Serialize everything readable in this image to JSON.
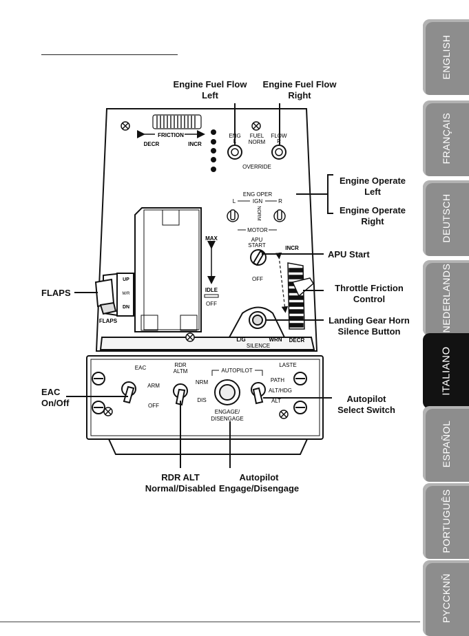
{
  "callouts": {
    "engine_fuel_left": "Engine Fuel Flow\nLeft",
    "engine_fuel_right": "Engine Fuel Flow\nRight",
    "engine_operate_left": "Engine Operate\nLeft",
    "engine_operate_right": "Engine Operate\nRight",
    "apu_start": "APU Start",
    "flaps": "FLAPS",
    "throttle_friction": "Throttle Friction\nControl",
    "landing_gear_horn": "Landing Gear Horn\nSilence Button",
    "eac": "EAC\nOn/Off",
    "autopilot_select": "Autopilot\nSelect Switch",
    "rdr_alt": "RDR ALT\nNormal/Disabled",
    "autopilot_engage": "Autopilot\nEngage/Disengage"
  },
  "panel": {
    "friction": "FRICTION",
    "decr": "DECR",
    "incr": "INCR",
    "eng": "ENG",
    "l": "L",
    "fuel": "FUEL",
    "norm": "NORM",
    "flow": "FLOW",
    "r": "R",
    "override": "OVERRIDE",
    "eng_oper": "ENG OPER",
    "ign": "IGN",
    "norm_vertical": "NORM",
    "motor": "MOTOR",
    "apu": "APU",
    "start": "START",
    "off": "OFF",
    "max": "MAX",
    "idle": "IDLE",
    "idle_off": "OFF",
    "throttle_incr": "INCR",
    "throttle_decr": "DECR",
    "flaps_up": "UP",
    "flaps_mr": "M/R",
    "flaps_dn": "DN",
    "flaps_label": "FLAPS",
    "lg": "L/G",
    "wrn": "WRN",
    "silence": "SILENCE",
    "eac": "EAC",
    "arm": "ARM",
    "eac_off": "OFF",
    "rdr": "RDR",
    "altm": "ALTM",
    "nrm": "NRM",
    "dis": "DIS",
    "autopilot": "AUTOPILOT",
    "engage": "ENGAGE/",
    "disengage": "DISENGAGE",
    "laste": "LASTE",
    "path": "PATH",
    "alt_hdg": "ALT/HDG",
    "alt": "ALT"
  },
  "tabs": [
    "ENGLISH",
    "FRANÇAIS",
    "DEUTSCH",
    "NEDERLANDS",
    "ITALIANO",
    "ESPAÑOL",
    "PORTUGUÊS",
    "PYCCKNŇ"
  ],
  "active_tab": "ITALIANO"
}
